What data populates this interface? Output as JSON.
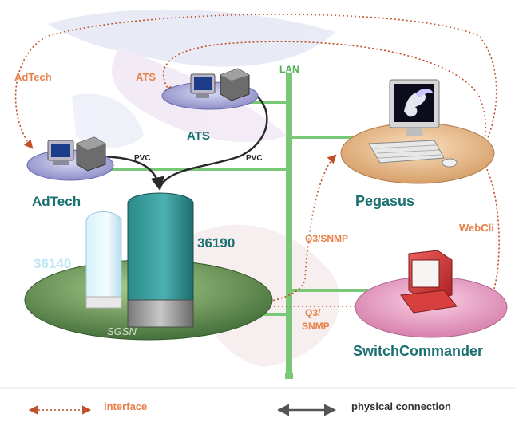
{
  "nodes": {
    "adtech_top": "AdTech",
    "ats_top": "ATS",
    "lan": "LAN",
    "ats": "ATS",
    "adtech": "AdTech",
    "pvc_left": "PVC",
    "pvc_right": "PVC",
    "pegasus": "Pegasus",
    "webcli": "WebCli",
    "n36190": "36190",
    "n36140": "36140",
    "q3_snmp_upper": "Q3/SNMP",
    "q3_lower_1": "Q3/",
    "q3_lower_2": "SNMP",
    "sgsn": "SGSN",
    "switchcommander": "SwitchCommander"
  },
  "legend": {
    "interface": "interface",
    "physical": "physical connection"
  },
  "colors": {
    "interface_line": "#c0502a",
    "interface_label": "#e8804a",
    "physical_line": "#78c878",
    "title_teal": "#1a7070",
    "pvc_line": "#2a2a2a"
  }
}
